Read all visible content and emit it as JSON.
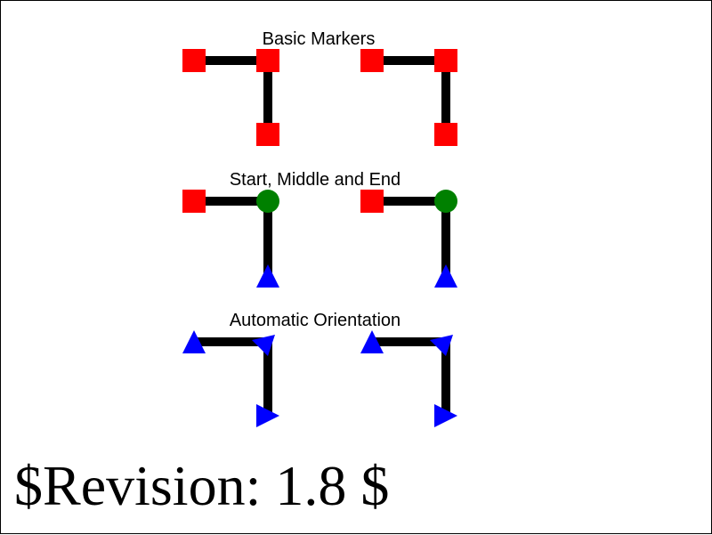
{
  "captions": {
    "basic": "Basic Markers",
    "start_middle_end": "Start, Middle and End",
    "auto_orientation": "Automatic Orientation"
  },
  "revision": "$Revision: 1.8 $",
  "colors": {
    "stroke": "#000000",
    "basic_marker": "#ff0000",
    "start_marker": "#ff0000",
    "middle_marker": "#008000",
    "end_marker": "#0000ff",
    "orient_marker": "#0000ff",
    "border": "#000000",
    "background": "#ffffff"
  }
}
